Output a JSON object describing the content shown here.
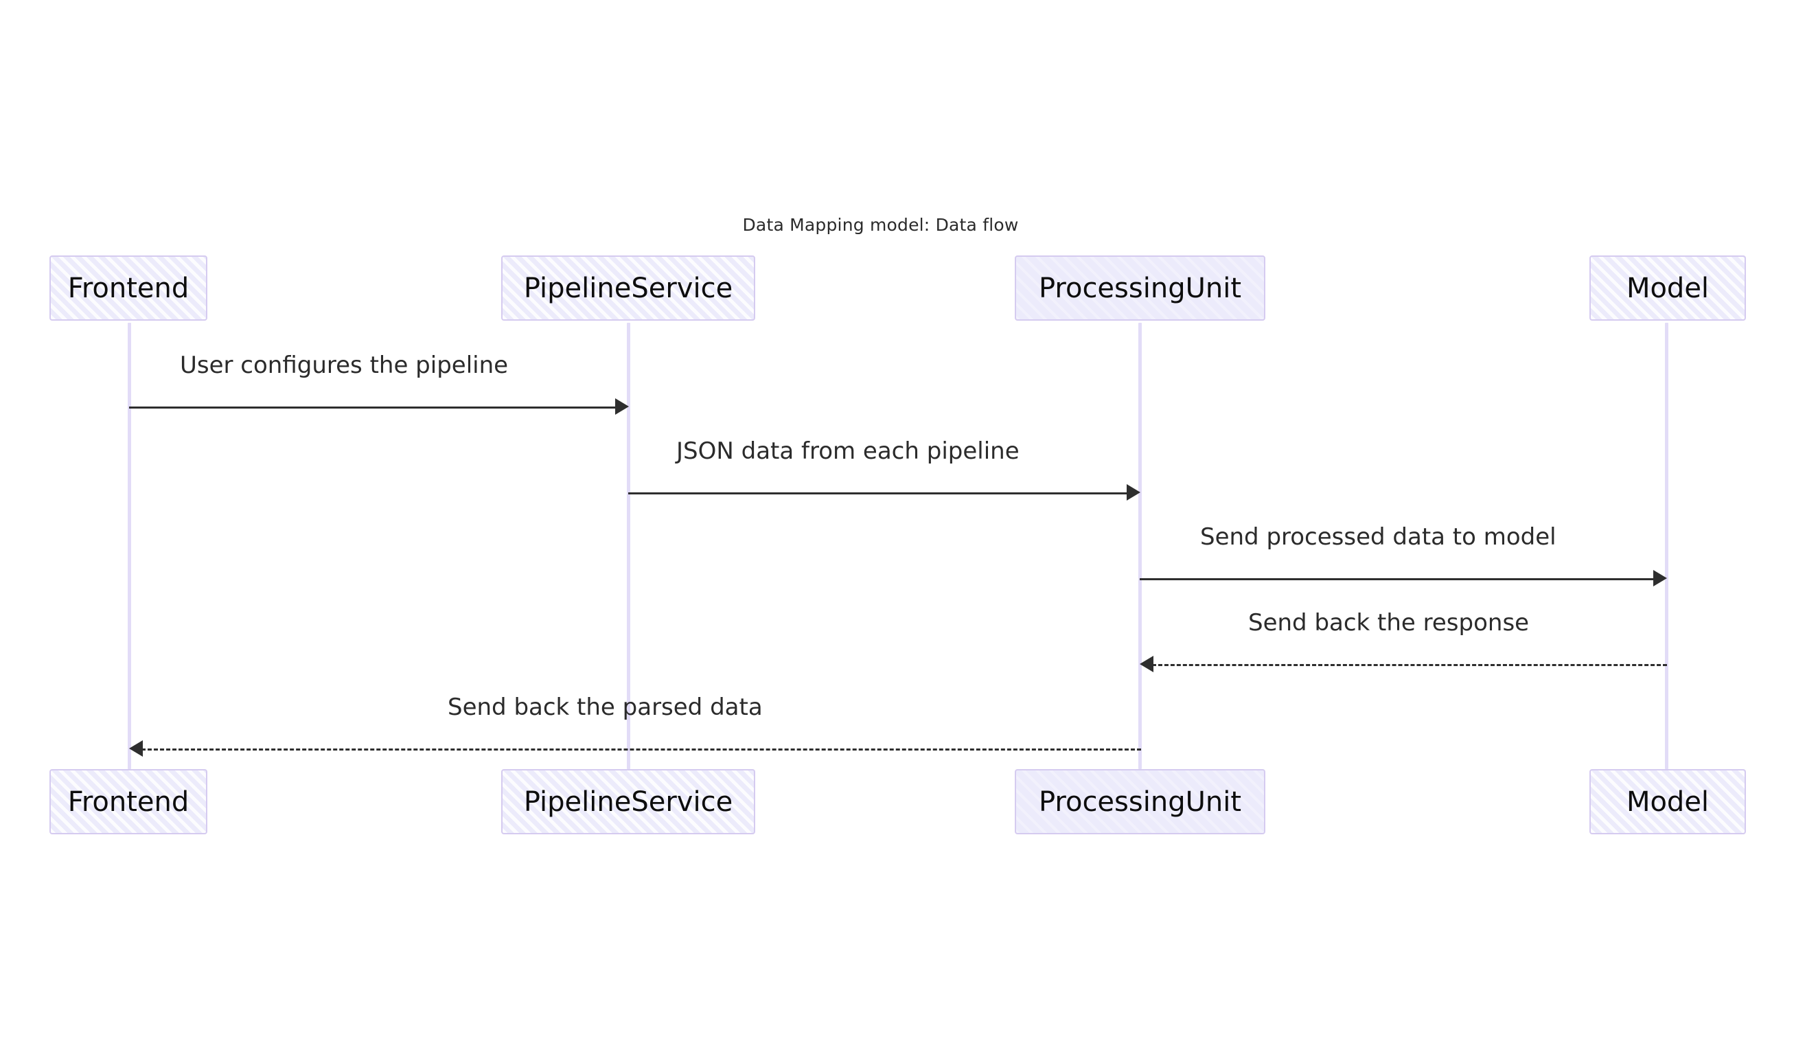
{
  "diagram": {
    "type": "sequence-diagram",
    "title": "Data Mapping model: Data flow",
    "background_color": "#ffffff",
    "colors": {
      "actor_fill": "#ecebfb",
      "actor_border": "#d5cbf0",
      "lifeline": "#e2dcf7",
      "arrow": "#2e2e2e",
      "text": "#2b2b2b"
    },
    "participants": [
      {
        "id": "frontend",
        "label": "Frontend"
      },
      {
        "id": "pipelineservice",
        "label": "PipelineService"
      },
      {
        "id": "processingunit",
        "label": "ProcessingUnit"
      },
      {
        "id": "model",
        "label": "Model"
      }
    ],
    "messages": [
      {
        "index": 1,
        "text": "User configures the pipeline",
        "from": "Frontend",
        "to": "PipelineService",
        "direction": "right",
        "style": "solid"
      },
      {
        "index": 2,
        "text": "JSON data from each pipeline",
        "from": "PipelineService",
        "to": "ProcessingUnit",
        "direction": "right",
        "style": "solid"
      },
      {
        "index": 3,
        "text": "Send processed data to model",
        "from": "ProcessingUnit",
        "to": "Model",
        "direction": "right",
        "style": "solid"
      },
      {
        "index": 4,
        "text": "Send back the response",
        "from": "Model",
        "to": "ProcessingUnit",
        "direction": "left",
        "style": "dashed"
      },
      {
        "index": 5,
        "text": "Send back the parsed data",
        "from": "ProcessingUnit",
        "to": "Frontend",
        "direction": "left",
        "style": "dashed"
      }
    ]
  }
}
